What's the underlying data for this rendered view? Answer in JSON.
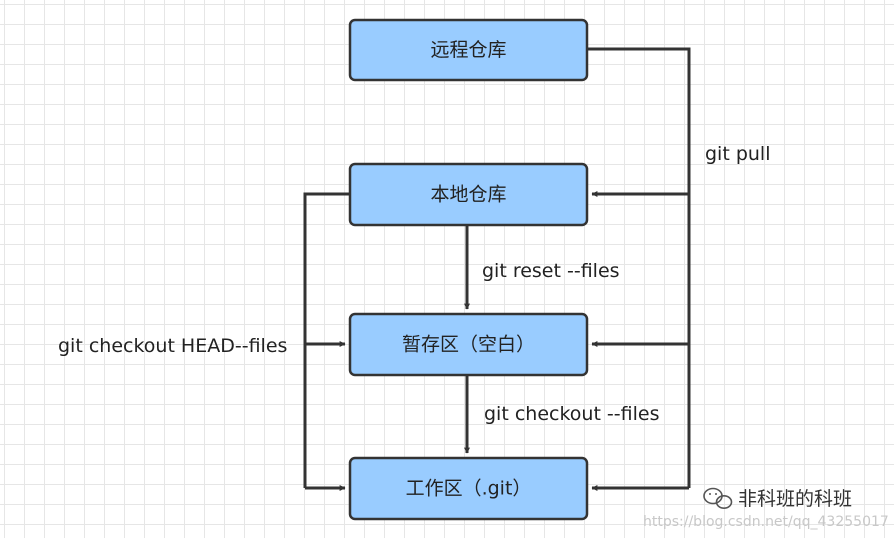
{
  "nodes": {
    "remote_repo": "远程仓库",
    "local_repo": "本地仓库",
    "staging_area": "暂存区（空白）",
    "working_dir": "工作区（.git）"
  },
  "edges": {
    "git_pull": "git pull",
    "git_reset_files": "git reset --files",
    "git_checkout_files": "git checkout --files",
    "git_checkout_head_files": "git checkout HEAD--files"
  },
  "watermark": {
    "name": "非科班的科班",
    "url": "https://blog.csdn.net/qq_43255017"
  },
  "colors": {
    "node_fill": "#99ccff",
    "node_stroke": "#333333",
    "edge": "#333333"
  }
}
